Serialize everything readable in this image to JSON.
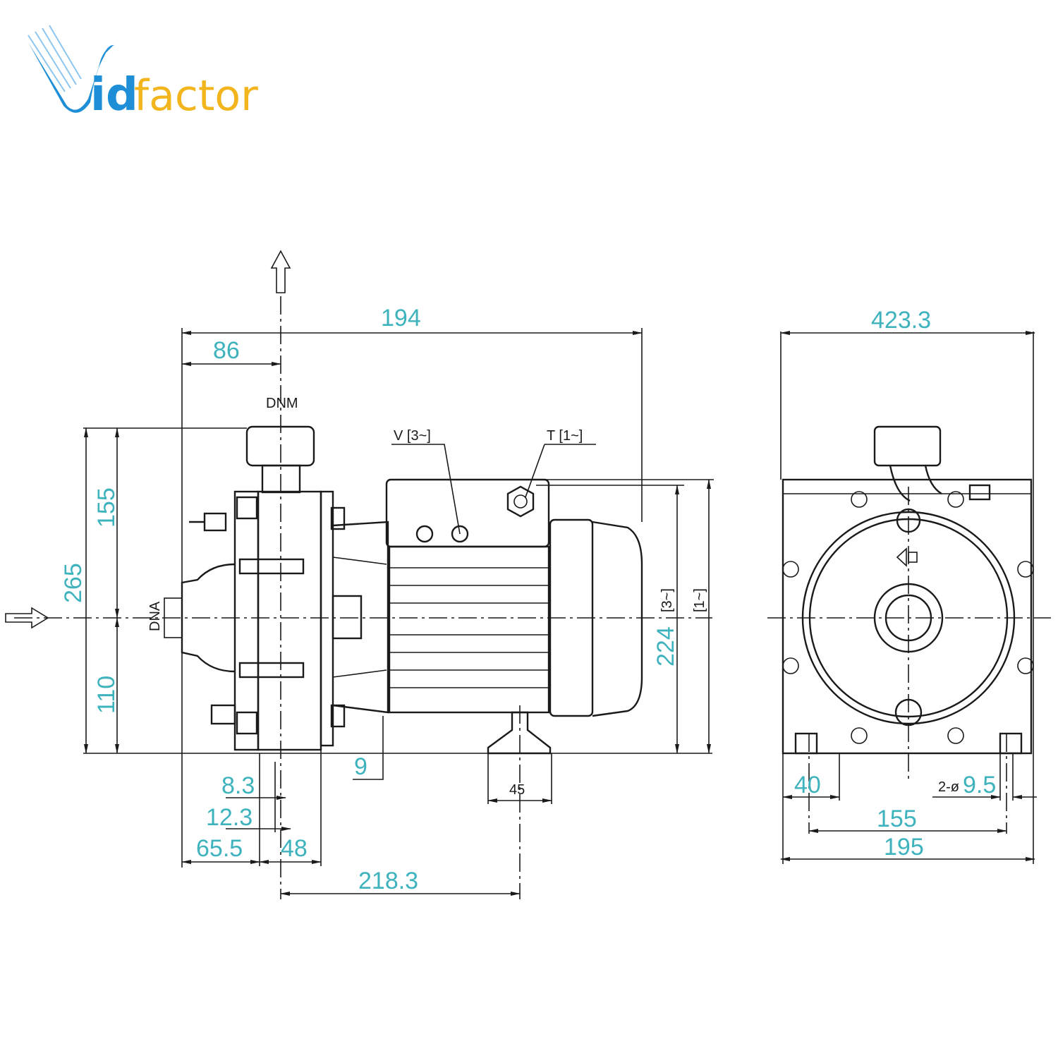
{
  "logo": {
    "prefix": "id",
    "suffix": "factor",
    "full": "Vidfactor"
  },
  "colors": {
    "dimension_text": "#3eb3bd",
    "line": "#1a1a1a",
    "logo_blue": "#1e8fd6",
    "logo_orange": "#f2b51d"
  },
  "side_view": {
    "overall_length": "194",
    "outlet_offset": "86",
    "outlet_label": "DNM",
    "inlet_label": "DNA",
    "terminal_3phase": "V [3~]",
    "terminal_1phase": "T [1~]",
    "total_height": "265",
    "upper_height": "155",
    "lower_height": "110",
    "motor_height": "224",
    "motor_height_3phase": "[3~]",
    "motor_height_1phase": "[1~]",
    "foot_offset": "9",
    "dim_8_3": "8.3",
    "dim_12_3": "12.3",
    "dim_65_5": "65.5",
    "dim_48": "48",
    "foot_width": "45",
    "foot_distance": "218.3"
  },
  "front_view": {
    "overall_width": "423.3",
    "foot_width": "40",
    "hole_prefix": "2-ø",
    "hole_diameter": "9.5",
    "hole_spacing": "155",
    "base_width": "195"
  }
}
